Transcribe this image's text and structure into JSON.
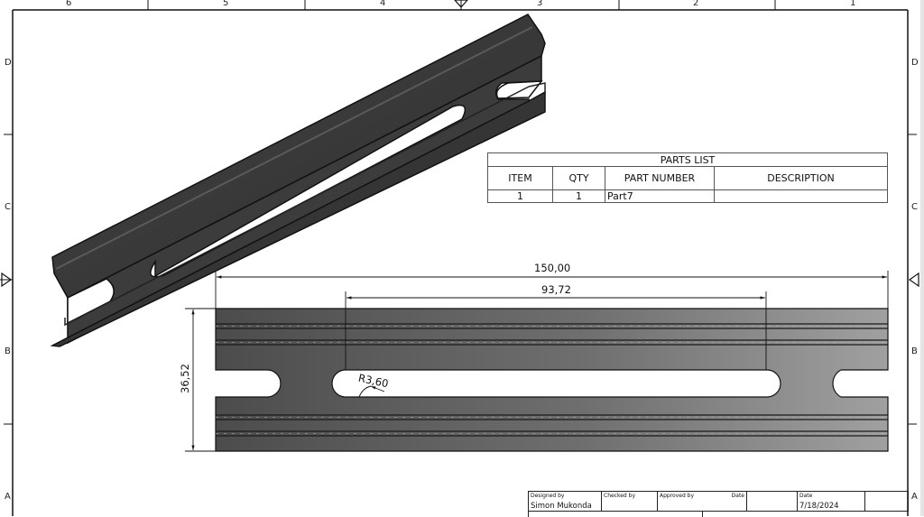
{
  "drawing": {
    "frame": {
      "column_zones": [
        "6",
        "5",
        "4",
        "3",
        "2",
        "1"
      ],
      "row_zones": [
        "D",
        "C",
        "B",
        "A"
      ]
    },
    "views": {
      "isometric": {
        "label": "isometric-view",
        "color": "#3a3a3a"
      },
      "flat": {
        "label": "top-view",
        "color_left": "#4a4a4a",
        "color_right": "#9a9a9a"
      }
    },
    "dimensions": {
      "overall_length": "150,00",
      "slot_length": "93,72",
      "overall_width": "36,52",
      "slot_radius": "R3,60"
    },
    "parts_list": {
      "title": "PARTS LIST",
      "columns": [
        "ITEM",
        "QTY",
        "PART NUMBER",
        "DESCRIPTION"
      ],
      "rows": [
        {
          "item": "1",
          "qty": "1",
          "part_number": "Part7",
          "description": ""
        }
      ]
    },
    "title_block": {
      "designed_by_label": "Designed by",
      "designed_by": "Simon Mukonda",
      "checked_by_label": "Checked by",
      "checked_by": "",
      "approved_by_label": "Approved by",
      "approved_date_label": "Date",
      "date_label": "Date",
      "date": "7/18/2024"
    }
  }
}
